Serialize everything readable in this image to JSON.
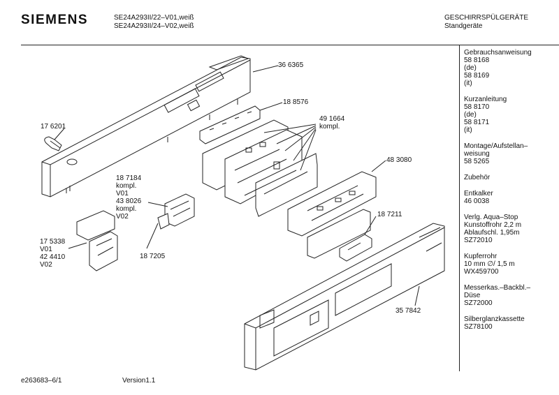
{
  "header": {
    "brand": "SIEMENS",
    "model_line1": "SE24A293II/22–V01,weiß",
    "model_line2": "SE24A293II/24–V02,weiß",
    "category_line1": "GESCHIRRSPÜLGERÄTE",
    "category_line2": "Standgeräte"
  },
  "sidebar": [
    [
      "Gebrauchsanweisung",
      "58 8168",
      "(de)",
      "58 8169",
      "(it)"
    ],
    [
      "Kurzanleitung",
      "58 8170",
      "(de)",
      "58 8171",
      "(it)"
    ],
    [
      "Montage/Aufstellan–",
      "weisung",
      "58 5265"
    ],
    [
      "Zubehör"
    ],
    [
      "Entkalker",
      "46 0038"
    ],
    [
      "Verlg. Aqua–Stop",
      "Kunstoffrohr 2,2 m",
      "Ablaufschl. 1,95m",
      "SZ72010"
    ],
    [
      "Kupferrohr",
      "10 mm ∅/ 1,5 m",
      "WX459700"
    ],
    [
      "Messerkas.–Backbl.–",
      "Düse",
      "SZ72000"
    ],
    [
      "Silberglanzkassette",
      "SZ78100"
    ]
  ],
  "parts": {
    "p366365": [
      "36 6365"
    ],
    "p188576": [
      "18 8576"
    ],
    "p491664": [
      "49 1664",
      "kompl."
    ],
    "p176201": [
      "17 6201"
    ],
    "p187184": [
      "18 7184",
      "kompl.",
      "V01",
      "43 8026",
      "kompl.",
      "V02"
    ],
    "p483080": [
      "48 3080"
    ],
    "p187211": [
      "18 7211"
    ],
    "p175338": [
      "17 5338",
      "V01",
      "42 4410",
      "V02"
    ],
    "p187205": [
      "18 7205"
    ],
    "p357842": [
      "35 7842"
    ]
  },
  "footer": {
    "doc_id": "e263683–6/1",
    "version": "Version1.1"
  }
}
